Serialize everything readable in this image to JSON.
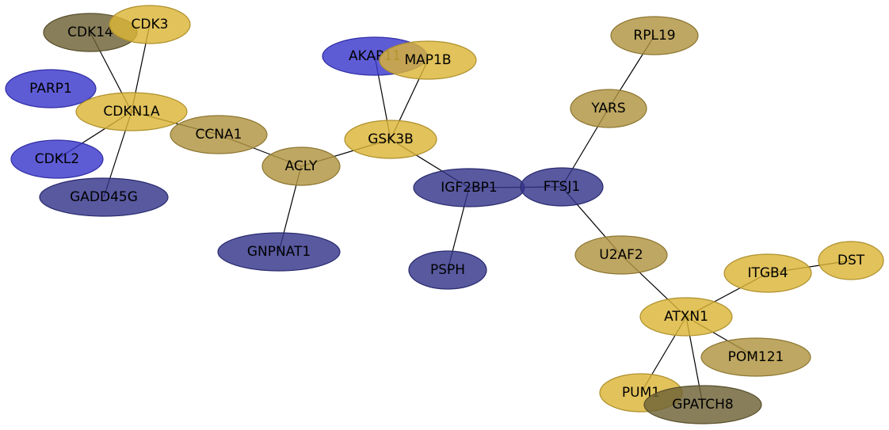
{
  "colors": {
    "yellow": "#DAB437",
    "tan": "#B0943F",
    "blue": "#3B38CC",
    "navy": "#33348A",
    "olive": "#6E6236"
  },
  "nodes": [
    {
      "id": "CDK14",
      "label": "CDK14",
      "color": "olive"
    },
    {
      "id": "CDK3",
      "label": "CDK3",
      "color": "yellow"
    },
    {
      "id": "PARP1",
      "label": "PARP1",
      "color": "blue"
    },
    {
      "id": "CDKN1A",
      "label": "CDKN1A",
      "color": "yellow"
    },
    {
      "id": "CDKL2",
      "label": "CDKL2",
      "color": "blue"
    },
    {
      "id": "GADD45G",
      "label": "GADD45G",
      "color": "navy"
    },
    {
      "id": "CCNA1",
      "label": "CCNA1",
      "color": "tan"
    },
    {
      "id": "ACLY",
      "label": "ACLY",
      "color": "tan"
    },
    {
      "id": "GNPNAT1",
      "label": "GNPNAT1",
      "color": "navy"
    },
    {
      "id": "AKAP11",
      "label": "AKAP11",
      "color": "blue"
    },
    {
      "id": "MAP1B",
      "label": "MAP1B",
      "color": "yellow"
    },
    {
      "id": "GSK3B",
      "label": "GSK3B",
      "color": "yellow"
    },
    {
      "id": "IGF2BP1",
      "label": "IGF2BP1",
      "color": "navy"
    },
    {
      "id": "PSPH",
      "label": "PSPH",
      "color": "navy"
    },
    {
      "id": "FTSJ1",
      "label": "FTSJ1",
      "color": "navy"
    },
    {
      "id": "YARS",
      "label": "YARS",
      "color": "tan"
    },
    {
      "id": "RPL19",
      "label": "RPL19",
      "color": "tan"
    },
    {
      "id": "U2AF2",
      "label": "U2AF2",
      "color": "tan"
    },
    {
      "id": "ATXN1",
      "label": "ATXN1",
      "color": "yellow"
    },
    {
      "id": "ITGB4",
      "label": "ITGB4",
      "color": "yellow"
    },
    {
      "id": "DST",
      "label": "DST",
      "color": "yellow"
    },
    {
      "id": "POM121",
      "label": "POM121",
      "color": "tan"
    },
    {
      "id": "PUM1",
      "label": "PUM1",
      "color": "yellow"
    },
    {
      "id": "GPATCH8",
      "label": "GPATCH8",
      "color": "olive"
    }
  ],
  "edges": [
    [
      "CDK14",
      "CDKN1A"
    ],
    [
      "CDK3",
      "CDKN1A"
    ],
    [
      "CDKL2",
      "CDKN1A"
    ],
    [
      "GADD45G",
      "CDKN1A"
    ],
    [
      "CDKN1A",
      "CCNA1"
    ],
    [
      "CCNA1",
      "ACLY"
    ],
    [
      "ACLY",
      "GNPNAT1"
    ],
    [
      "ACLY",
      "GSK3B"
    ],
    [
      "AKAP11",
      "GSK3B"
    ],
    [
      "MAP1B",
      "GSK3B"
    ],
    [
      "GSK3B",
      "IGF2BP1"
    ],
    [
      "IGF2BP1",
      "PSPH"
    ],
    [
      "IGF2BP1",
      "FTSJ1"
    ],
    [
      "FTSJ1",
      "YARS"
    ],
    [
      "YARS",
      "RPL19"
    ],
    [
      "FTSJ1",
      "U2AF2"
    ],
    [
      "U2AF2",
      "ATXN1"
    ],
    [
      "ATXN1",
      "ITGB4"
    ],
    [
      "ITGB4",
      "DST"
    ],
    [
      "ATXN1",
      "POM121"
    ],
    [
      "ATXN1",
      "PUM1"
    ],
    [
      "ATXN1",
      "GPATCH8"
    ]
  ]
}
